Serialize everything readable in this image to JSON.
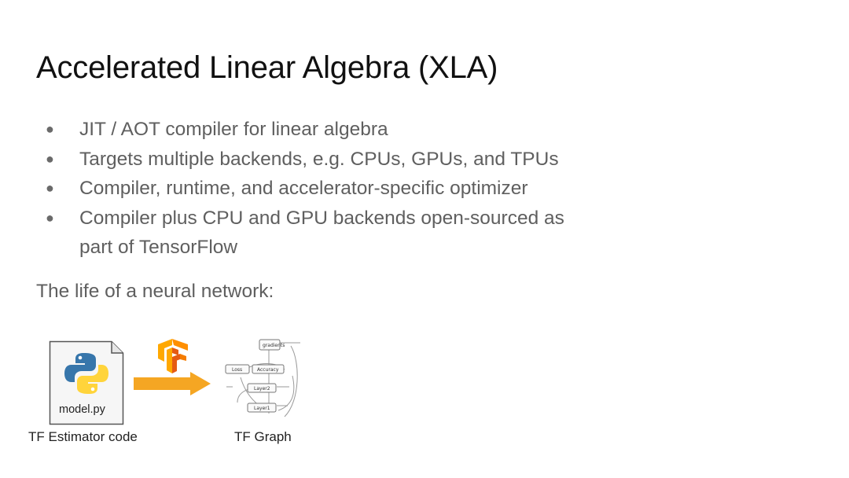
{
  "slide": {
    "title": "Accelerated Linear Algebra (XLA)",
    "bullets": [
      "JIT / AOT compiler for linear algebra",
      "Targets multiple backends, e.g. CPUs, GPUs, and TPUs",
      "Compiler, runtime, and accelerator-specific optimizer",
      "Compiler plus CPU and GPU backends open-sourced as part of TensorFlow"
    ],
    "subheading": "The life of a neural network:"
  },
  "diagram": {
    "file_name": "model.py",
    "left_caption": "TF Estimator code",
    "right_caption": "TF Graph",
    "graph_nodes": {
      "top": "gradients",
      "loss": "Loss",
      "accuracy": "Accuracy",
      "layer2": "Layer2",
      "layer1": "Layer1"
    },
    "icons": {
      "file": "python-file-icon",
      "logo": "tensorflow-logo-icon",
      "arrow": "arrow-right-icon"
    },
    "colors": {
      "arrow": "#f5a623",
      "logo_light": "#ffa800",
      "logo_dark": "#e55b13",
      "python_blue": "#3776ab",
      "python_yellow": "#ffd43b"
    }
  }
}
